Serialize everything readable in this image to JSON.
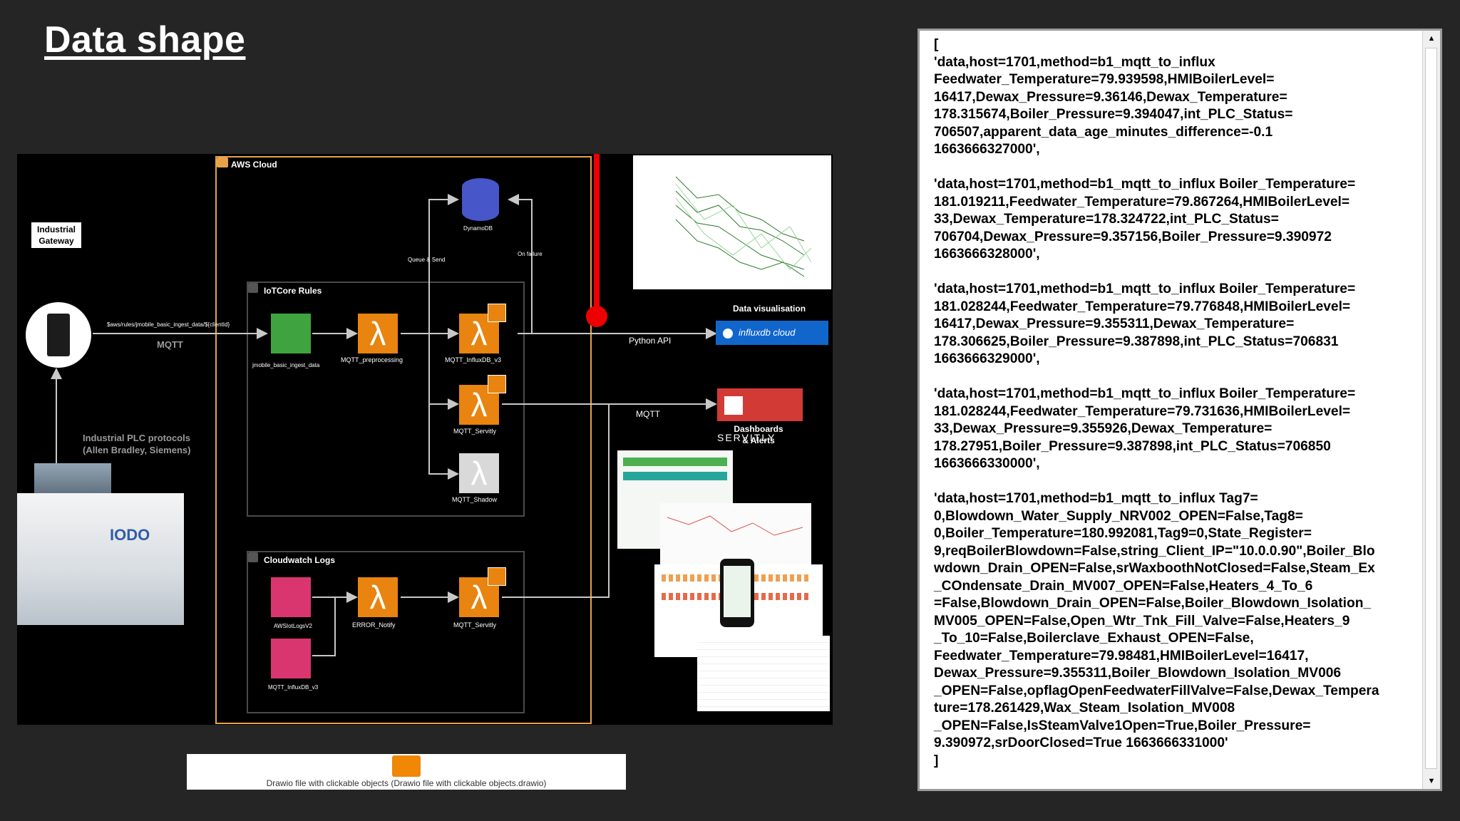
{
  "title": "Data shape",
  "diagram": {
    "aws_cloud": "AWS Cloud",
    "iotcore_rules": "IoTCore Rules",
    "cloudwatch_logs": "Cloudwatch Logs",
    "industrial_gateway": "Industrial Gateway",
    "mqtt_topic": "$aws/rules/jmobile_basic_ingest_data/${clientId}",
    "mqtt_label": "MQTT",
    "plc_protocols": "Industrial PLC protocols (Allen Bradley, Siemens)",
    "rule_name": "jmobile_basic_ingest_data",
    "mqtt_preprocessing": "MQTT_preprocessing",
    "mqtt_influxdb_v3": "MQTT_InfluxDB_v3",
    "mqtt_servitly": "MQTT_Servitly",
    "mqtt_shadow": "MQTT_Shadow",
    "dynamodb": "DynamoDB",
    "queue_send": "Queue & Send",
    "on_failure": "On failure",
    "python_api": "Python API",
    "mqtt_right": "MQTT",
    "data_visualisation": "Data visualisation",
    "influx_label": "influxdb cloud",
    "servitly_label": "SERVITLY",
    "dashboards": "Dashboards & Alerts",
    "awsiotlogs": "AWSIotLogsV2",
    "mqtt_influxdb_v3_small": "MQTT_InfluxDB_v3",
    "error_notify": "ERROR_Notify",
    "mqtt_servitly_2": "MQTT_Servitly",
    "plant_brand": "IODO"
  },
  "drawio": {
    "caption": "Drawio file with clickable objects (Drawio file with clickable objects.drawio)"
  },
  "text_panel": {
    "open": "[",
    "records": [
      "'data,host=1701,method=b1_mqtt_to_influx\nFeedwater_Temperature=79.939598,HMIBoilerLevel=\n16417,Dewax_Pressure=9.36146,Dewax_Temperature=\n178.315674,Boiler_Pressure=9.394047,int_PLC_Status=\n706507,apparent_data_age_minutes_difference=-0.1\n1663666327000',",
      "'data,host=1701,method=b1_mqtt_to_influx Boiler_Temperature=\n181.019211,Feedwater_Temperature=79.867264,HMIBoilerLevel=\n33,Dewax_Temperature=178.324722,int_PLC_Status=\n706704,Dewax_Pressure=9.357156,Boiler_Pressure=9.390972\n1663666328000',",
      "'data,host=1701,method=b1_mqtt_to_influx Boiler_Temperature=\n181.028244,Feedwater_Temperature=79.776848,HMIBoilerLevel=\n16417,Dewax_Pressure=9.355311,Dewax_Temperature=\n178.306625,Boiler_Pressure=9.387898,int_PLC_Status=706831\n1663666329000',",
      "'data,host=1701,method=b1_mqtt_to_influx Boiler_Temperature=\n181.028244,Feedwater_Temperature=79.731636,HMIBoilerLevel=\n33,Dewax_Pressure=9.355926,Dewax_Temperature=\n178.27951,Boiler_Pressure=9.387898,int_PLC_Status=706850\n1663666330000',",
      "'data,host=1701,method=b1_mqtt_to_influx Tag7=\n0,Blowdown_Water_Supply_NRV002_OPEN=False,Tag8=\n0,Boiler_Temperature=180.992081,Tag9=0,State_Register=\n9,reqBoilerBlowdown=False,string_Client_IP=\"10.0.0.90\",Boiler_Blo\nwdown_Drain_OPEN=False,srWaxboothNotClosed=False,Steam_Ex\n_COndensate_Drain_MV007_OPEN=False,Heaters_4_To_6\n=False,Blowdown_Drain_OPEN=False,Boiler_Blowdown_Isolation_\nMV005_OPEN=False,Open_Wtr_Tnk_Fill_Valve=False,Heaters_9\n_To_10=False,Boilerclave_Exhaust_OPEN=False,\nFeedwater_Temperature=79.98481,HMIBoilerLevel=16417,\nDewax_Pressure=9.355311,Boiler_Blowdown_Isolation_MV006\n_OPEN=False,opflagOpenFeedwaterFillValve=False,Dewax_Tempera\nture=178.261429,Wax_Steam_Isolation_MV008\n_OPEN=False,IsSteamValve1Open=True,Boiler_Pressure=\n9.390972,srDoorClosed=True 1663666331000'"
    ],
    "close": "]"
  }
}
